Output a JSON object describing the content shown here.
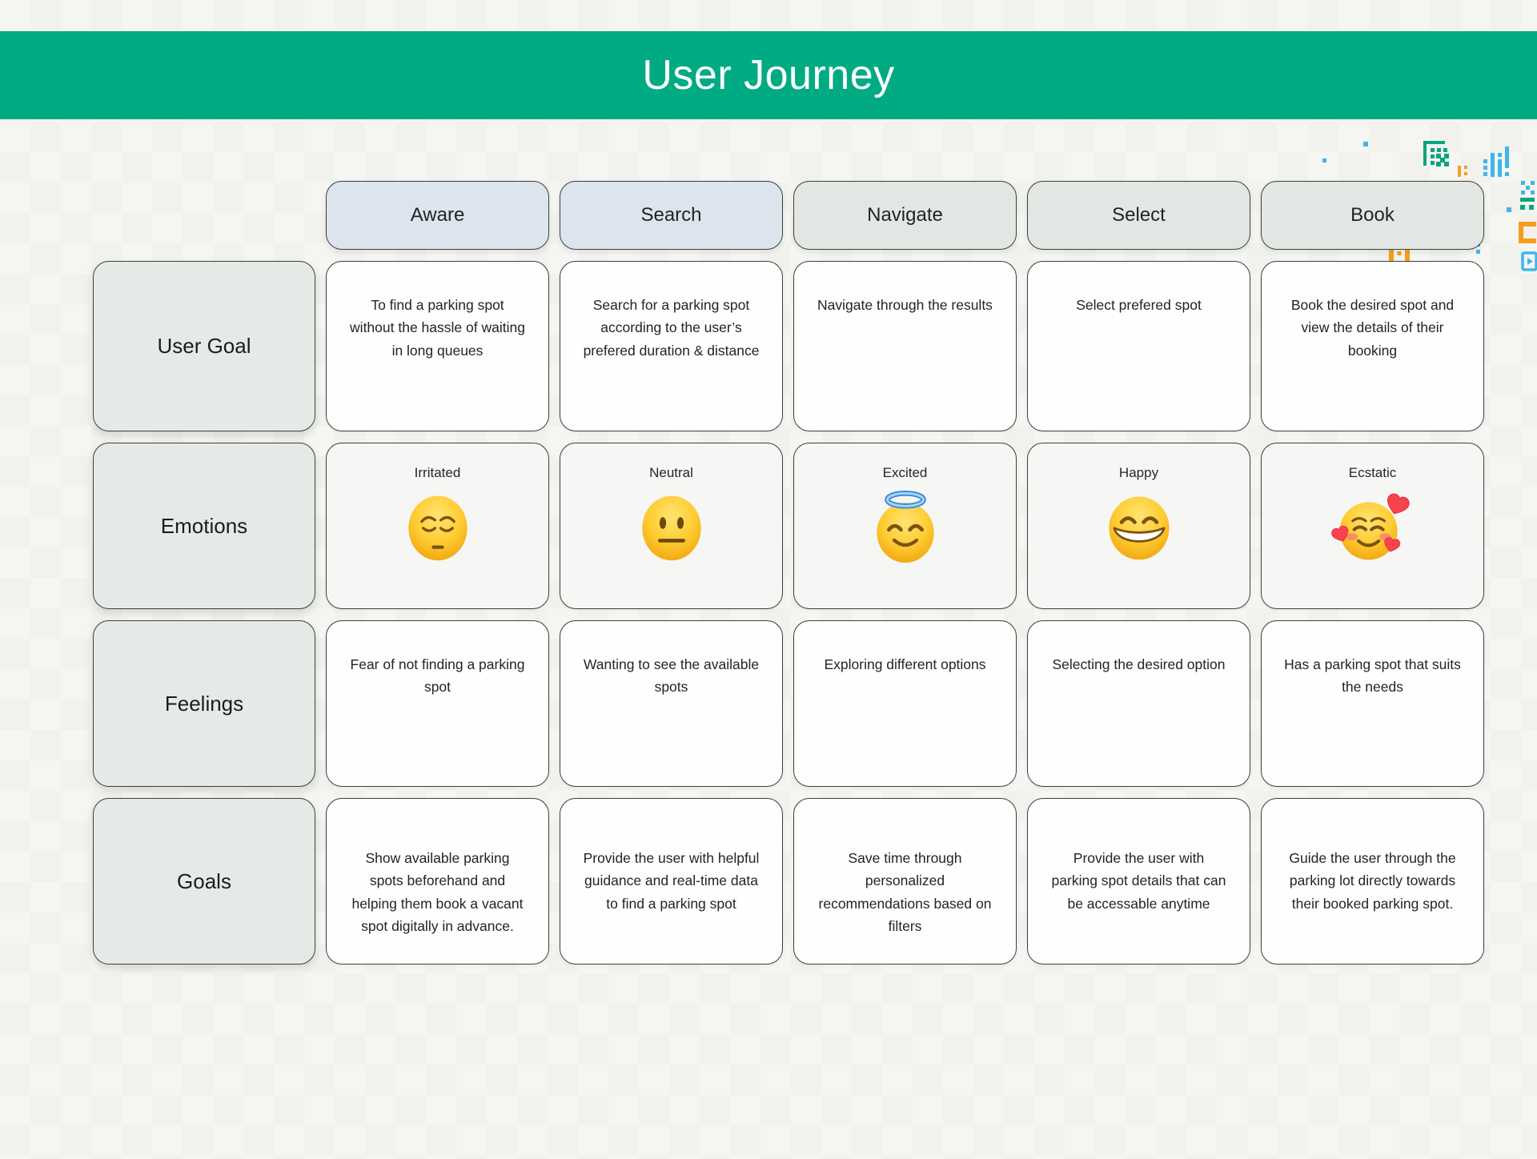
{
  "banner": {
    "title": "User Journey"
  },
  "columns": [
    {
      "label": "Aware"
    },
    {
      "label": "Search"
    },
    {
      "label": "Navigate"
    },
    {
      "label": "Select"
    },
    {
      "label": "Book"
    }
  ],
  "rows": [
    {
      "key": "user_goal",
      "label": "User Goal",
      "cells": [
        "To find a parking spot without the hassle of waiting in long queues",
        "Search for a parking spot according to the user’s prefered duration & distance",
        "Navigate through the results",
        "Select prefered spot",
        "Book the desired spot and view the details of their booking"
      ]
    },
    {
      "key": "emotions",
      "label": "Emotions",
      "cells": [
        {
          "label": "Irritated",
          "emoji": "pensive-face"
        },
        {
          "label": "Neutral",
          "emoji": "neutral-face"
        },
        {
          "label": "Excited",
          "emoji": "smiling-face-with-halo"
        },
        {
          "label": "Happy",
          "emoji": "grinning-face"
        },
        {
          "label": "Ecstatic",
          "emoji": "smiling-face-with-hearts"
        }
      ]
    },
    {
      "key": "feelings",
      "label": "Feelings",
      "cells": [
        "Fear of not finding a parking spot",
        "Wanting to see the available spots",
        "Exploring different options",
        "Selecting the desired option",
        "Has a parking spot that suits the needs"
      ]
    },
    {
      "key": "goals",
      "label": "Goals",
      "cells": [
        "Show available parking spots beforehand and helping them book a vacant spot digitally in advance.",
        "Provide the user with helpful guidance and real-time data to find a parking spot",
        "Save time through personalized recommendations based on filters",
        "Provide the user with parking spot details that can be accessable anytime",
        "Guide the user through the parking lot directly towards their booked parking spot."
      ]
    }
  ],
  "theme": {
    "banner_green": "#00AB84",
    "stage_header_blue": "#DCE4ED",
    "stage_header_gray": "#E2E7E4",
    "row_header_bg": "#E5EAE7",
    "card_bg": "#FEFEFE",
    "emotion_card_bg": "#F6F6F4",
    "card_border": "#39413F",
    "decor_green": "#08A57E",
    "decor_orange": "#F79D1E",
    "decor_blue": "#3FB6E8"
  },
  "decor_icons": [
    "table-grid-icon",
    "colon-dots-icon",
    "bar-chart-icon",
    "x-pixels-icon",
    "equals-pixels-icon",
    "bracket-icon",
    "play-button-icon",
    "bookmark-icon",
    "scatter-dots-icon"
  ]
}
